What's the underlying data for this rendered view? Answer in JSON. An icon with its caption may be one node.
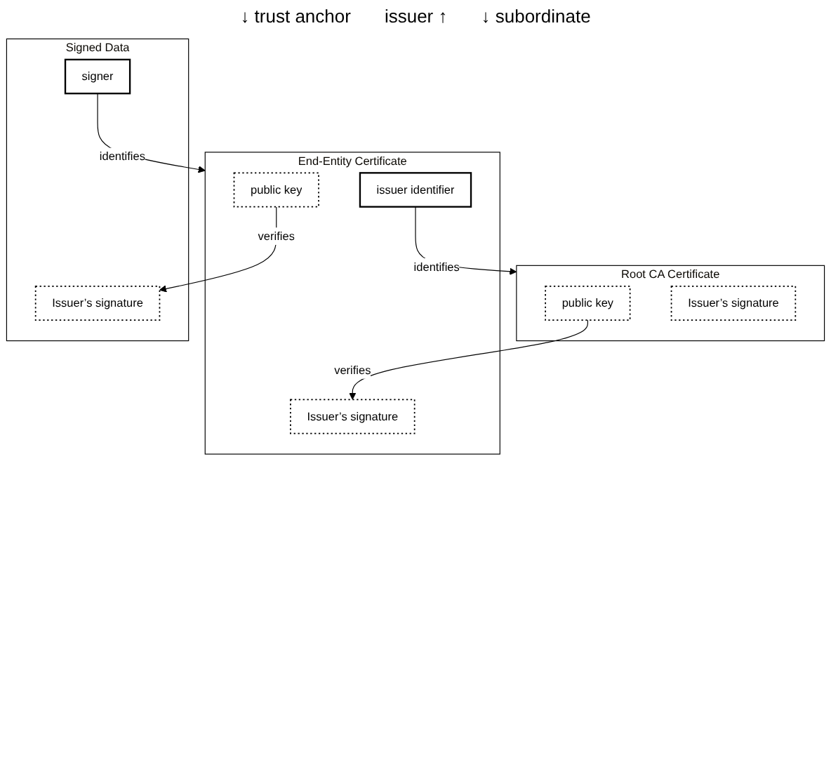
{
  "diagram": {
    "nodes": [
      {
        "text": [
          "Root CA Certificate"
        ]
      },
      {
        "text": [
          "public key"
        ],
        "in": 0
      },
      {
        "text": [
          "Issuer’s signature"
        ],
        "in": 0
      },
      {
        "text": [
          "End-Entity Certificate"
        ]
      },
      {
        "text": [
          "issuer identifier"
        ],
        "in": 3
      },
      {
        "text": [
          "public key"
        ],
        "in": 3
      },
      {
        "text": [
          "Issuer’s signature"
        ],
        "in": 3
      },
      {
        "text": [
          "Signed Data"
        ]
      },
      {
        "text": [
          "signer"
        ],
        "in": 7
      },
      {
        "text": [
          "Issuer’s signature"
        ],
        "in": 7
      }
    ],
    "edges": [
      {
        "from": 4,
        "to": 0,
        "arrow": "to",
        "label": "identifies"
      },
      {
        "from": 1,
        "to": 6,
        "arrow": "to",
        "label": "verifies"
      },
      {
        "from": 8,
        "to": 3,
        "arrow": "to",
        "label": "identifies"
      },
      {
        "from": 5,
        "to": 9,
        "arrow": "to",
        "label": "verifies"
      }
    ],
    "labels": [
      "↓ trust anchor",
      "issuer ↑",
      "↓ subordinate"
    ]
  }
}
